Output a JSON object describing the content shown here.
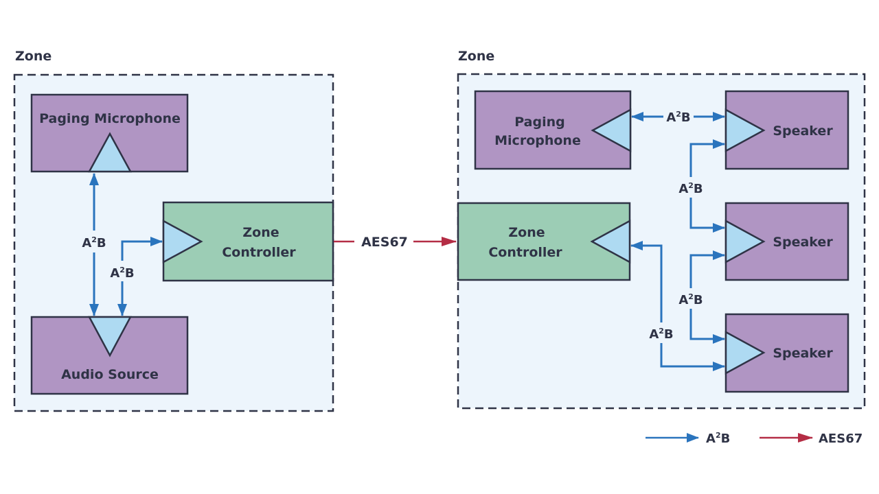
{
  "colors": {
    "zone_fill": "#edf5fc",
    "border": "#2f3346",
    "device_fill": "#b095c3",
    "controller_fill": "#9ccdb5",
    "port_fill": "#aedaf2",
    "a2b": "#2a74bd",
    "aes67": "#b42d45"
  },
  "zones": [
    {
      "title": "Zone",
      "paging_mic": "Paging Microphone",
      "audio_source": "Audio Source",
      "controller": [
        "Zone",
        "Controller"
      ],
      "link_labels": [
        "A2B",
        "A2B"
      ]
    },
    {
      "title": "Zone",
      "paging_mic": [
        "Paging",
        "Microphone"
      ],
      "controller": [
        "Zone",
        "Controller"
      ],
      "speakers": [
        "Speaker",
        "Speaker",
        "Speaker"
      ],
      "link_labels": [
        "A2B",
        "A2B",
        "A2B",
        "A2B"
      ]
    }
  ],
  "interlink": {
    "label": "AES67"
  },
  "legend": [
    {
      "label": "A2B",
      "color_key": "a2b"
    },
    {
      "label": "AES67",
      "color_key": "aes67"
    }
  ]
}
